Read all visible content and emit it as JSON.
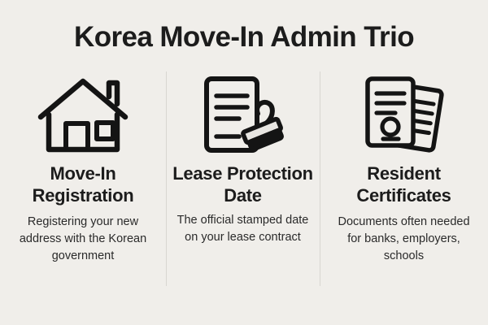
{
  "page": {
    "title": "Korea Move-In Admin Trio",
    "background_color": "#f0eeea",
    "text_color": "#1c1c1c",
    "divider_color": "#d8d6d1",
    "icon_stroke_color": "#141414",
    "stamp_fill_color": "#e8e6e2"
  },
  "columns": [
    {
      "icon": "house-icon",
      "heading": "Move-In Registration",
      "body": "Registering your new address with the Korean government"
    },
    {
      "icon": "stamped-document-icon",
      "heading": "Lease Protection Date",
      "body": "The official stamped date on your lease contract"
    },
    {
      "icon": "stacked-certificates-icon",
      "heading": "Resident Certificates",
      "body": "Documents often needed for banks, employers, schools"
    }
  ]
}
